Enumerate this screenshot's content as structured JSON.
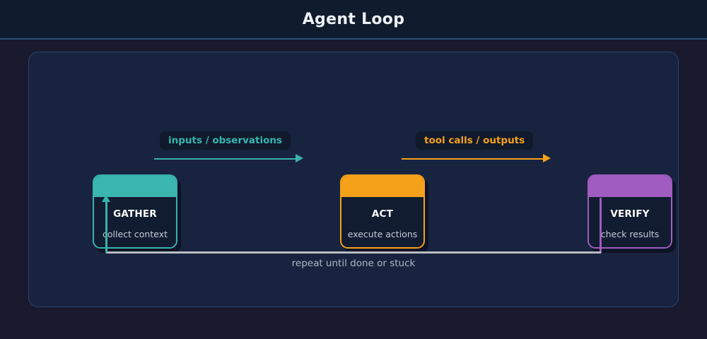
{
  "header": {
    "title": "Agent Loop"
  },
  "diagram": {
    "nodes": [
      {
        "id": "gather",
        "title": "GATHER",
        "subtitle": "collect context",
        "color": "#38b2ac"
      },
      {
        "id": "act",
        "title": "ACT",
        "subtitle": "execute actions",
        "color": "#f5a11a"
      },
      {
        "id": "verify",
        "title": "VERIFY",
        "subtitle": "check results",
        "color": "#a05cc0"
      }
    ],
    "edges": [
      {
        "id": "gather-to-act",
        "label": "inputs / observations",
        "color": "#38b2ac"
      },
      {
        "id": "act-to-verify",
        "label": "tool calls / outputs",
        "color": "#f5a11a"
      }
    ],
    "feedback": {
      "label": "repeat until done or stuck",
      "line_color": "#b9bcc2",
      "from_color": "#a05cc0",
      "to_color": "#38b2ac"
    }
  },
  "theme": {
    "page_background": "#191a2e",
    "header_background": "#101b2d",
    "panel_background": "#18233f",
    "panel_border": "#2a4470",
    "node_body": "#121c31",
    "title_text": "#eef2f7",
    "subtitle_text": "#c3cad6"
  }
}
